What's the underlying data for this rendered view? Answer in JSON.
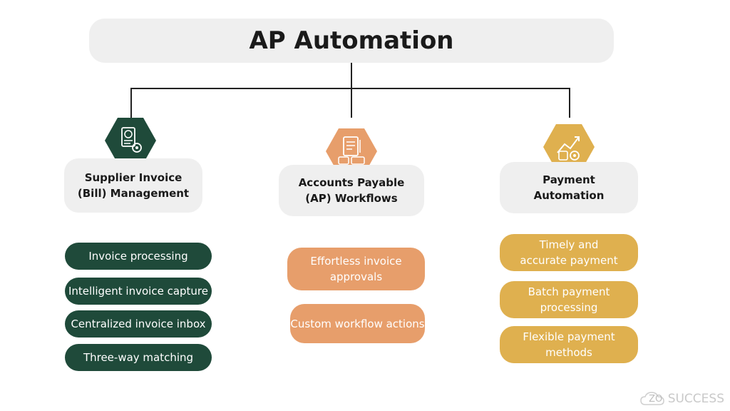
{
  "title": "AP Automation",
  "categories": [
    {
      "label": "Supplier Invoice (Bill) Management",
      "icon": "invoice-gear-icon",
      "color": "#1f4a3a",
      "items": [
        "Invoice processing",
        "Intelligent invoice capture",
        "Centralized invoice inbox",
        "Three-way matching"
      ]
    },
    {
      "label": "Accounts Payable (AP) Workflows",
      "icon": "workflow-documents-icon",
      "color": "#e79e6b",
      "items": [
        "Effortless invoice approvals",
        "Custom workflow actions"
      ]
    },
    {
      "label": "Payment Automation",
      "icon": "payment-growth-icon",
      "color": "#dfb04f",
      "items": [
        "Timely and accurate payment",
        "Batch payment processing",
        "Flexible payment methods"
      ]
    }
  ],
  "logo": {
    "prefix": "ZO",
    "text": "SUCCESS"
  }
}
